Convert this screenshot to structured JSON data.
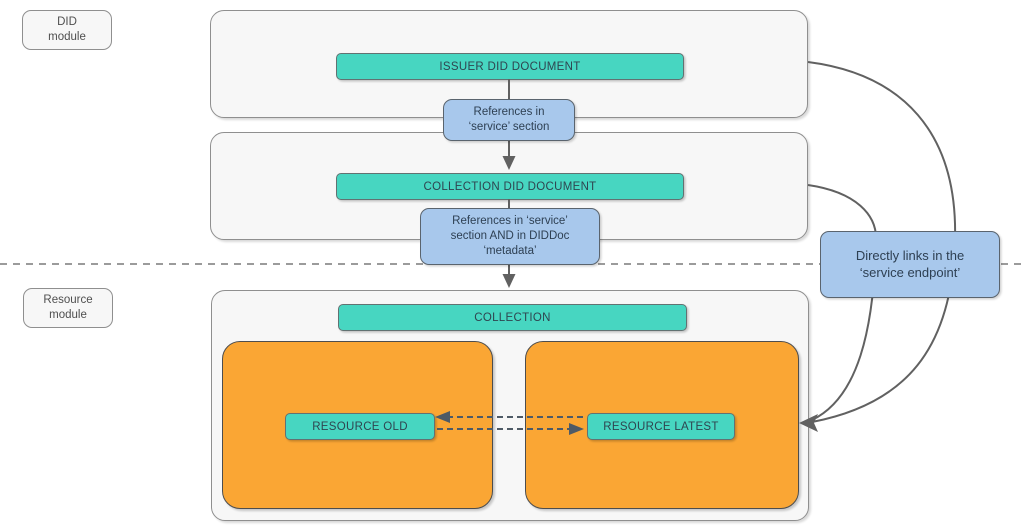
{
  "colors": {
    "teal_fill": "#47D6C1",
    "orange_fill": "#FAA634",
    "blue_fill": "#A8C8EC",
    "container_fill": "#F7F7F7",
    "connector_stroke": "#616161"
  },
  "module_labels": {
    "did": {
      "line1": "DID",
      "line2": "module"
    },
    "resource": {
      "line1": "Resource",
      "line2": "module"
    }
  },
  "did_module": {
    "issuer_doc_label": "ISSUER DID DOCUMENT",
    "ref_service": {
      "line1": "References in",
      "line2": "‘service’ section"
    },
    "collection_doc_label": "COLLECTION DID DOCUMENT",
    "ref_service_metadata": {
      "line1": "References in ‘service’",
      "line2": "section AND in DIDDoc",
      "line3": "‘metadata’"
    }
  },
  "resource_module": {
    "collection_label": "COLLECTION",
    "resource_old_label": "RESOURCE OLD",
    "resource_latest_label": "RESOURCE LATEST"
  },
  "service_endpoint_note": {
    "line1": "Directly links in the",
    "line2": "‘service endpoint’"
  }
}
